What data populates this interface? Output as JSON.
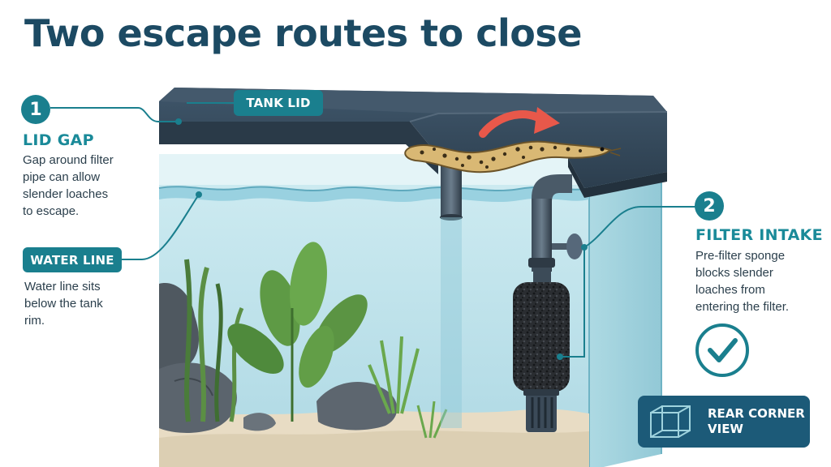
{
  "title": "Two escape routes to close",
  "callouts": {
    "lid_gap": {
      "number": "1",
      "heading": "LID GAP",
      "lines": [
        "Gap around filter",
        "pipe can allow",
        "slender loaches",
        "to escape."
      ]
    },
    "filter_intake": {
      "number": "2",
      "heading": "FILTER INTAKE",
      "lines": [
        "Pre-filter sponge",
        "blocks slender",
        "loaches from",
        "entering the filter."
      ]
    },
    "water_line": {
      "label": "WATER LINE",
      "lines": [
        "Water line sits",
        "below the tank",
        "rim."
      ]
    },
    "tank_lid": {
      "label": "TANK LID"
    },
    "rear_view": {
      "lines": [
        "REAR CORNER",
        "VIEW"
      ]
    }
  },
  "colors": {
    "accent": "#1a7f8e",
    "title": "#1c4a63",
    "lid": "#34495a",
    "water": "#bfe3ec",
    "arrow": "#e8584a",
    "badge": "#1c5a78"
  },
  "icons": [
    "check-circle-icon",
    "cube-icon",
    "curved-arrow-icon"
  ]
}
